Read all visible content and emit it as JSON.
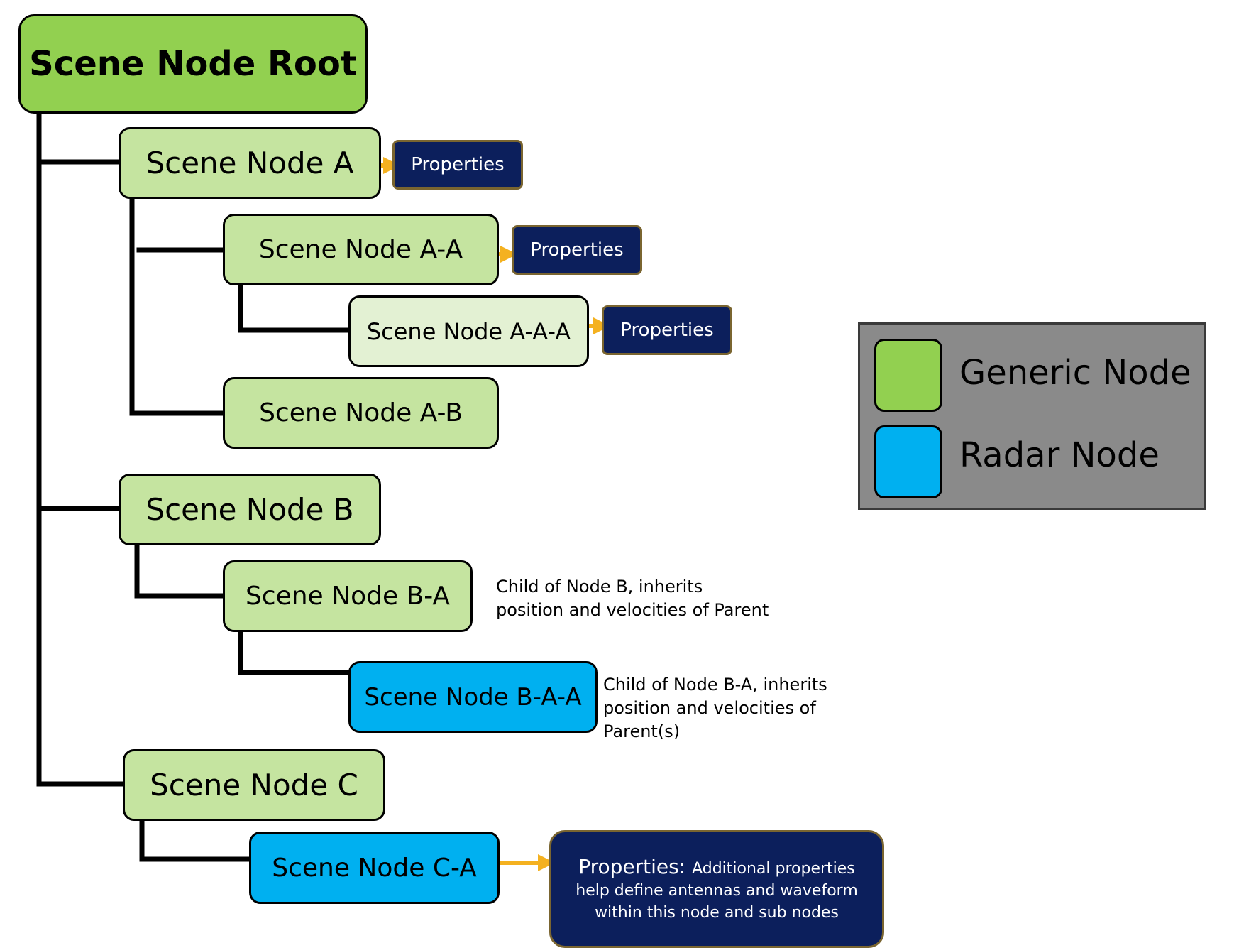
{
  "nodes": {
    "root": "Scene Node Root",
    "a": "Scene Node A",
    "aa": "Scene Node A-A",
    "aaa": "Scene Node A-A-A",
    "ab": "Scene Node A-B",
    "b": "Scene Node B",
    "ba": "Scene Node B-A",
    "baa": "Scene Node B-A-A",
    "c": "Scene Node C",
    "ca": "Scene Node C-A"
  },
  "properties": {
    "label": "Properties",
    "extended_label": "Properties:",
    "extended_description": "Additional properties help define antennas and waveform within this node and sub nodes"
  },
  "notes": {
    "ba": "Child of Node B, inherits position and velocities of Parent",
    "baa": "Child of Node B-A, inherits position and velocities of Parent(s)"
  },
  "legend": {
    "generic": "Generic Node",
    "radar": "Radar Node"
  },
  "colors": {
    "root": "#92d050",
    "generic": "#c5e4a0",
    "generic_light": "#e3f1d3",
    "radar": "#00b0f0",
    "properties": "#0c1f5c",
    "arrow": "#f4b120",
    "legend_bg": "#8a8a8a"
  }
}
